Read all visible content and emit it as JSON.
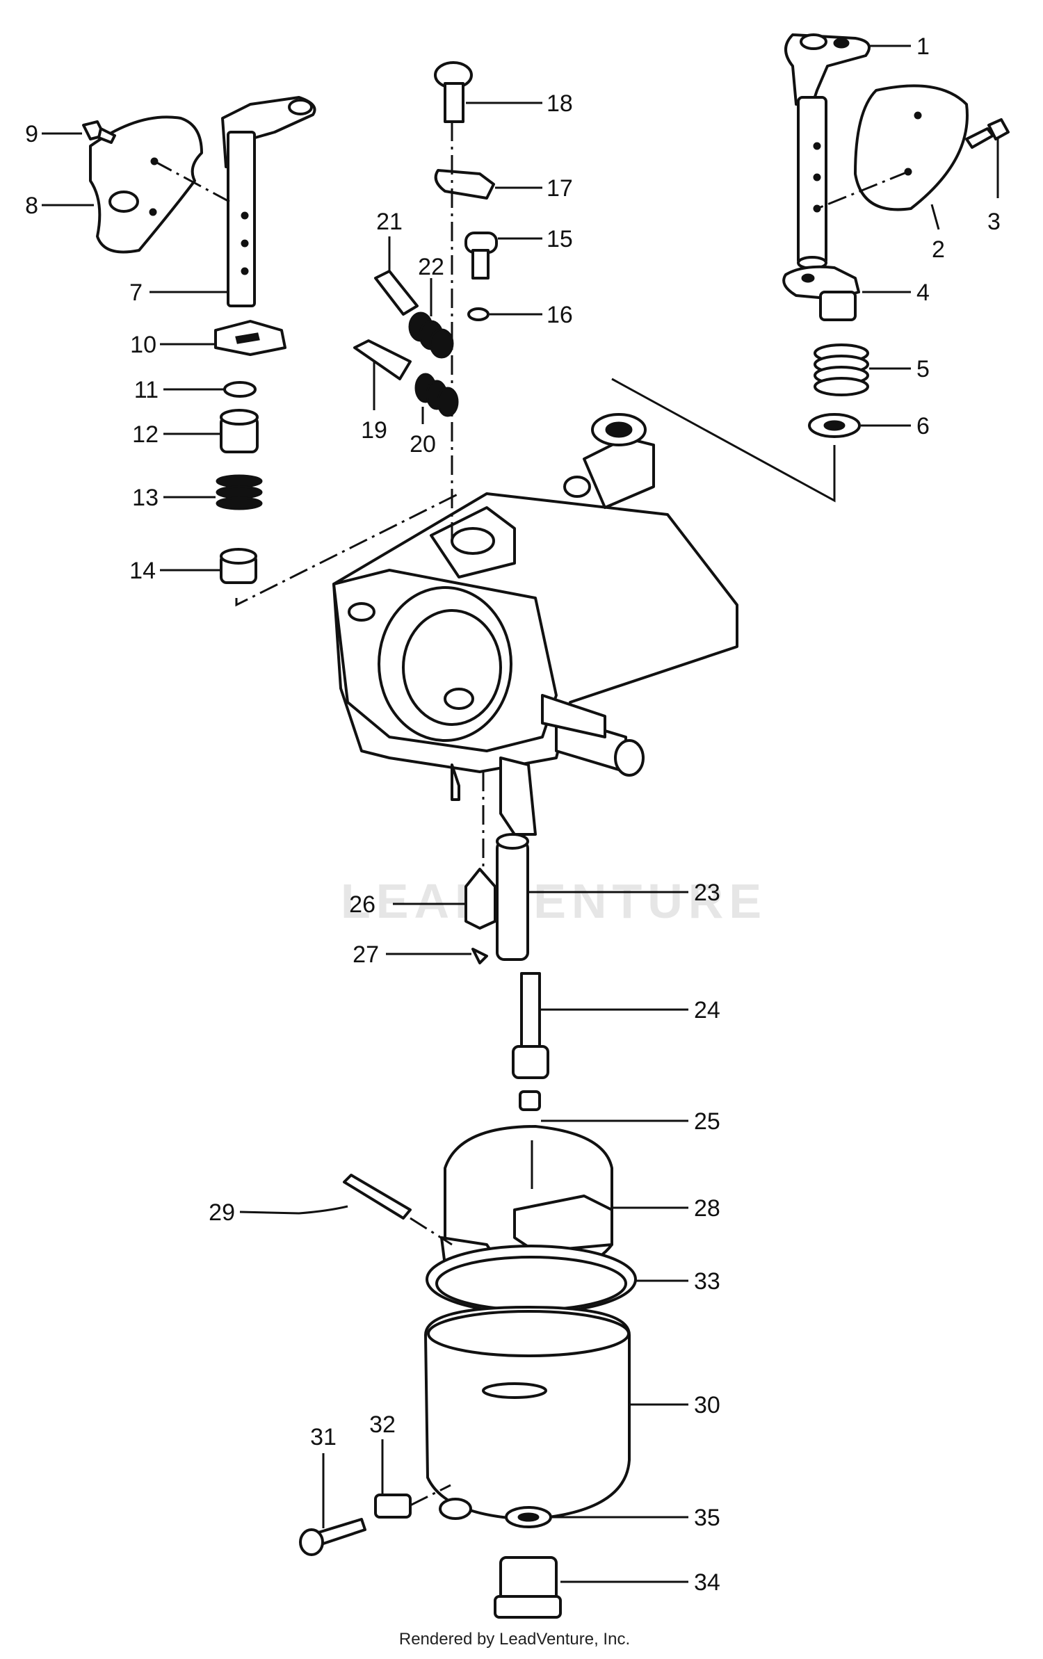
{
  "diagram": {
    "watermark": "LEADVENTURE",
    "footer": "Rendered by LeadVenture, Inc.",
    "labels": [
      "1",
      "2",
      "3",
      "4",
      "5",
      "6",
      "7",
      "8",
      "9",
      "10",
      "11",
      "12",
      "13",
      "14",
      "15",
      "16",
      "17",
      "18",
      "19",
      "20",
      "21",
      "22",
      "23",
      "24",
      "25",
      "26",
      "27",
      "28",
      "29",
      "30",
      "31",
      "32",
      "33",
      "34",
      "35"
    ]
  }
}
